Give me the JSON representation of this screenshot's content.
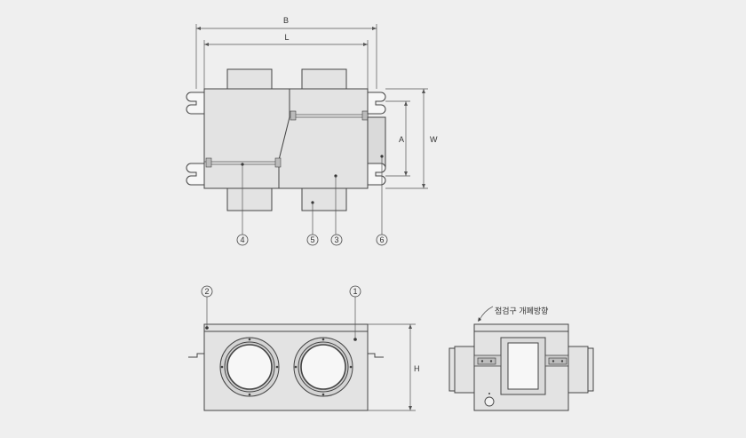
{
  "dimensions": {
    "B": "B",
    "L": "L",
    "A": "A",
    "W": "W",
    "H": "H"
  },
  "callouts": {
    "c1": "①",
    "c2": "②",
    "c3": "③",
    "c4": "④",
    "c5": "⑤",
    "c6": "⑥"
  },
  "side_note": "점검구 개폐방향"
}
